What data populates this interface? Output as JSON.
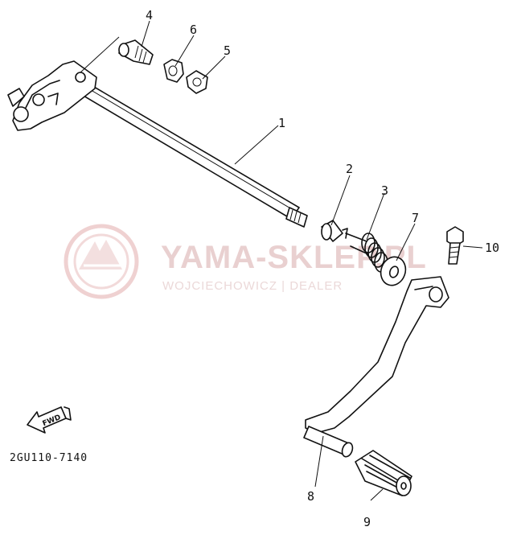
{
  "diagram": {
    "part_code": "2GU110-7140",
    "fwd_label": "FWD",
    "callouts": [
      "1",
      "2",
      "3",
      "4",
      "5",
      "6",
      "7",
      "8",
      "9",
      "10"
    ]
  },
  "watermark": {
    "title": "YAMA-SKLEP.PL",
    "subtitle": "WOJCIECHOWICZ | DEALER",
    "color": "#e6c8c8"
  }
}
